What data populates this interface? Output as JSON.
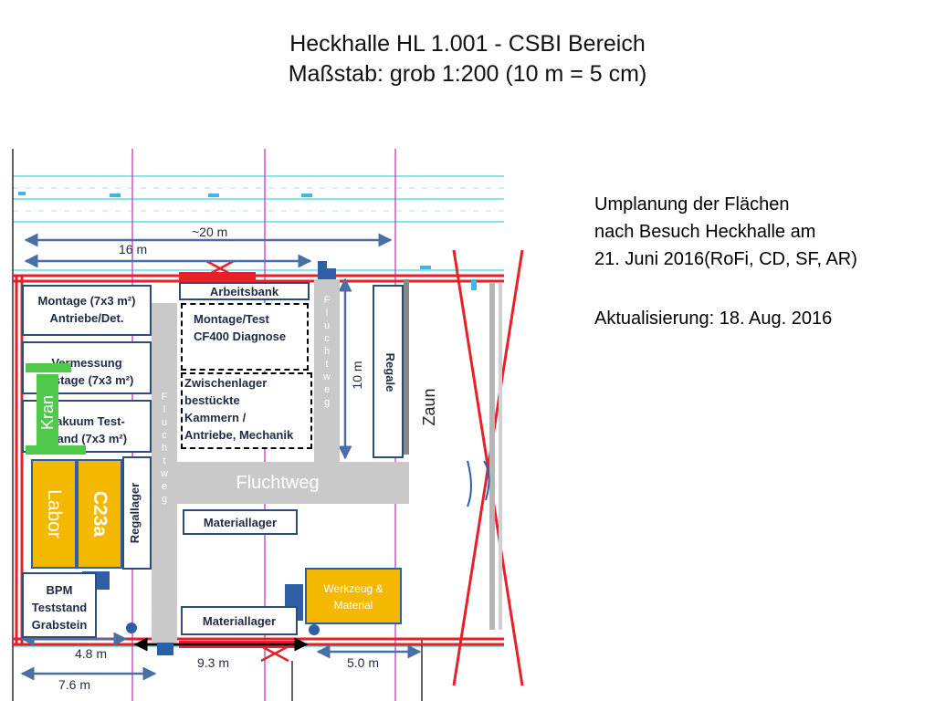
{
  "title": {
    "line1": "Heckhalle HL 1.001  -  CSBI Bereich",
    "line2": "Maßstab: grob 1:200 (10 m = 5 cm)"
  },
  "notes": {
    "line1": "Umplanung der Flächen",
    "line2": "nach Besuch Heckhalle am",
    "line3": "21. Juni 2016(RoFi, CD, SF, AR)",
    "line4": "Aktualisierung: 18. Aug. 2016"
  },
  "areas": {
    "montage": [
      "Montage (7x3 m²)",
      "Antriebe/Det."
    ],
    "vermessung": [
      "Vermessung",
      "Justage (7x3 m²)"
    ],
    "vakuum": [
      "Vakuum Test-",
      "stand (7x3 m²)"
    ],
    "arbeitsbank": "Arbeitsbank",
    "montage_test": [
      "Montage/Test",
      "CF400 Diagnose"
    ],
    "zwischenlager": [
      "Zwischenlager",
      "bestückte",
      "Kammern /",
      "Antriebe, Mechanik"
    ],
    "regale": "Regale",
    "zaun": "Zaun",
    "fluchtweg": "Fluchtweg",
    "fluchtweg_letters": [
      "F",
      "l",
      "u",
      "c",
      "h",
      "t",
      "w",
      "e",
      "g"
    ],
    "materiallager_1": "Materiallager",
    "materiallager_2": "Materiallager",
    "werkzeug": [
      "Werkzeug &",
      "Material"
    ],
    "labor": "Labor",
    "c23a": "C23a",
    "regallager": "Regallager",
    "bpm": [
      "BPM",
      "Teststand",
      "Grabstein"
    ],
    "kran": "Kran"
  },
  "dimensions": {
    "d20m": "~20 m",
    "d16m": "16 m",
    "d10m": "10 m",
    "d48m": "4.8 m",
    "d76m": "7.6 m",
    "d93m": "9.3 m",
    "d50m": "5.0 m"
  },
  "colors": {
    "wall_red": "#e8202a",
    "grid_magenta": "#d040d0",
    "grid_cyan": "#3fd8e8",
    "dimension_blue": "#4a6fa5",
    "corridor_grey": "#c9c9c9",
    "lab_yellow": "#f5b800",
    "kran_green": "#4fc94a",
    "equipment_blue": "#2e5fa6"
  }
}
